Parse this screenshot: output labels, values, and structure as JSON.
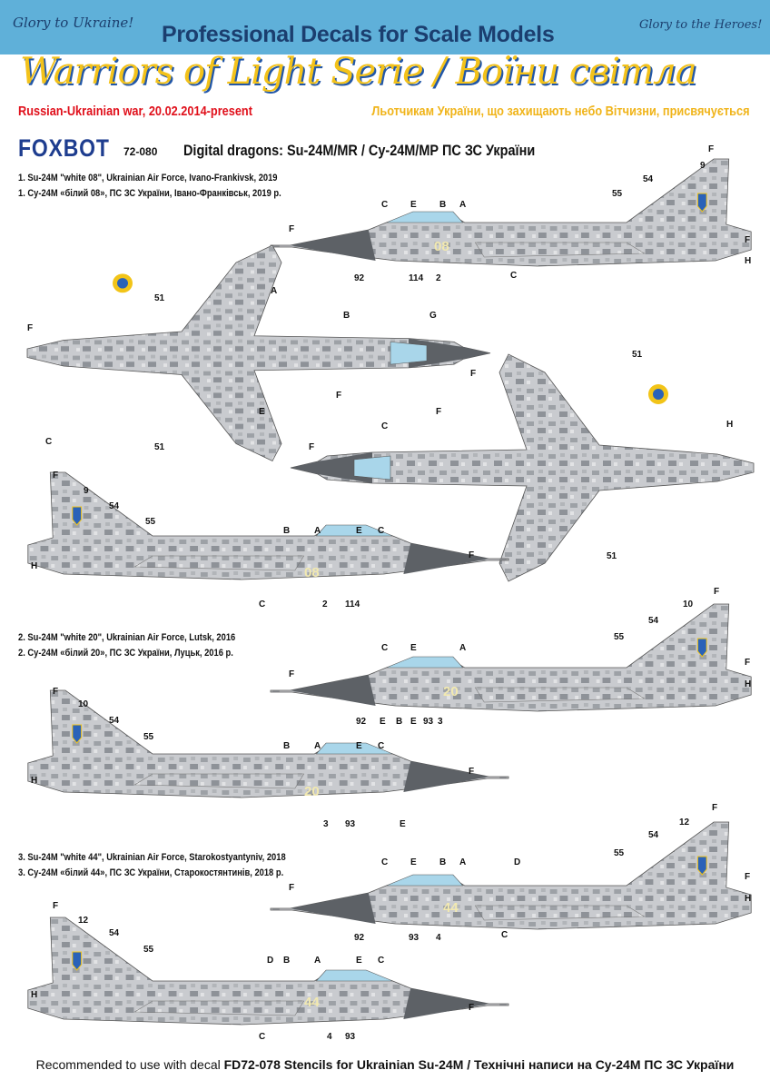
{
  "header": {
    "left_motto": "Glory to Ukraine!",
    "right_motto": "Glory to the Heroes!",
    "tagline": "Professional Decals for Scale Models",
    "series": "Warriors of Light Serie / Воїни світла",
    "war": "Russian-Ukrainian war, 20.02.2014-present",
    "dedication": "Льотчикам України, що захищають небо Вітчизни, присвячується",
    "brand": "FOXBOT",
    "code": "72-080",
    "title": "Digital  dragons: Su-24M/MR / Су-24М/МР ПС ЗС України"
  },
  "variants": [
    {
      "en": "1. Su-24M \"white 08\", Ukrainian Air Force, Ivano-Frankivsk, 2019",
      "ua": "1. Су-24М «білий 08», ПС ЗС України, Івано-Франківськ, 2019 р.",
      "number": "08",
      "fin_number": "9"
    },
    {
      "en": "2. Su-24M \"white 20\", Ukrainian Air Force, Lutsk, 2016",
      "ua": "2. Су-24М «білий 20», ПС ЗС України, Луцьк,  2016 р.",
      "number": "20",
      "fin_number": "10"
    },
    {
      "en": "3. Su-24M \"white 44\", Ukrainian Air Force, Starokostyantyniv, 2018",
      "ua": "3. Су-24М «білий 44», ПС ЗС України, Старокостянтинів,  2018 р.",
      "number": "44",
      "fin_number": "12"
    }
  ],
  "callouts": {
    "A": "A",
    "B": "B",
    "C": "C",
    "D": "D",
    "E": "E",
    "F": "F",
    "G": "G",
    "H": "H",
    "n2": "2",
    "n3": "3",
    "n4": "4",
    "n51": "51",
    "n54": "54",
    "n55": "55",
    "n92": "92",
    "n93": "93",
    "n114": "114"
  },
  "footer": {
    "normal": "Recommended  to use with decal ",
    "bold": "FD72-078 Stencils for Ukrainian  Su-24M / Технічні написи на Су-24М ПС ЗС України"
  },
  "colors": {
    "band": "#5fb0d9",
    "camo_light": "#c9cbcf",
    "camo_dark": "#8e9298",
    "nose": "#5d6166",
    "canopy": "#a9d6ea",
    "roundel_blue": "#2a62b8",
    "roundel_yellow": "#f2c418"
  }
}
